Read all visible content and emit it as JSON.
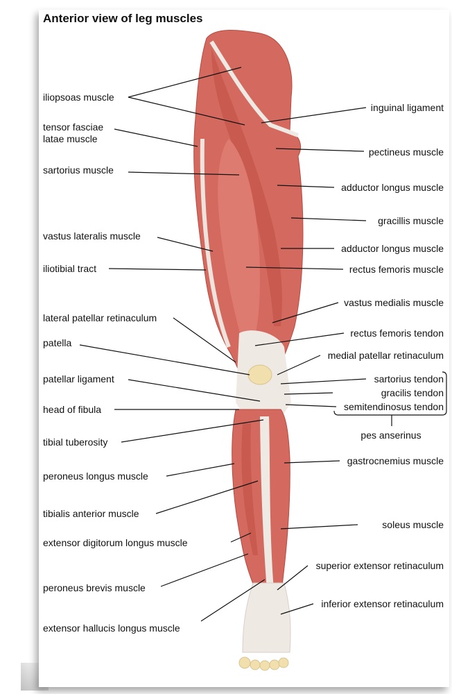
{
  "title": "Anterior view of leg muscles",
  "left_labels": [
    "iliopsoas muscle",
    "tensor fasciae",
    "latae muscle",
    "sartorius muscle",
    "vastus lateralis muscle",
    "iliotibial tract",
    "lateral patellar retinaculum",
    "patella",
    "patellar ligament",
    "head of fibula",
    "tibial tuberosity",
    "peroneus longus muscle",
    "tibialis anterior muscle",
    "extensor digitorum longus muscle",
    "peroneus brevis muscle",
    "extensor hallucis longus muscle"
  ],
  "right_labels": [
    "inguinal ligament",
    "pectineus muscle",
    "adductor longus muscle",
    "gracillis muscle",
    "adductor longus muscle",
    "rectus femoris muscle",
    "vastus medialis muscle",
    "rectus femoris tendon",
    "medial patellar retinaculum",
    "sartorius tendon",
    "gracilis tendon",
    "semitendinosus tendon",
    "gastrocnemius muscle",
    "soleus muscle",
    "superior extensor retinaculum",
    "inferior extensor retinaculum"
  ],
  "group_label": "pes anserinus",
  "colors": {
    "muscle": "#d46a5f",
    "muscle_dark": "#b8493f",
    "tendon": "#efe9e4",
    "bone": "#f1dfae"
  }
}
